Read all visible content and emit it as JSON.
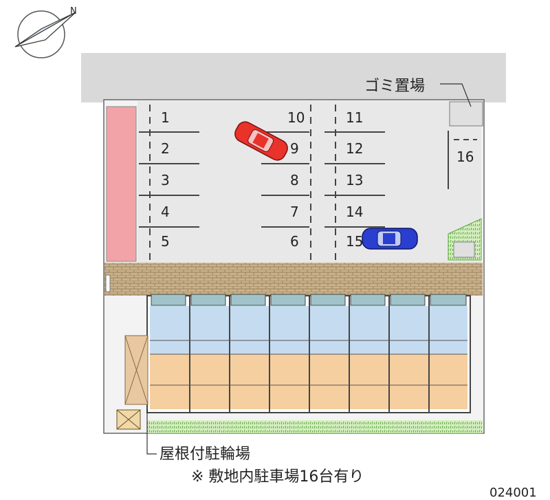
{
  "compass": {
    "north_label": "N"
  },
  "labels": {
    "garbage": "ゴミ置場",
    "bike_parking": "屋根付駐輪場",
    "note": "※ 敷地内駐車場16台有り",
    "code": "024001"
  },
  "slots": [
    "1",
    "2",
    "3",
    "4",
    "5",
    "6",
    "7",
    "8",
    "9",
    "10",
    "11",
    "12",
    "13",
    "14",
    "15",
    "16"
  ],
  "cars": [
    {
      "slot": "9",
      "color": "#e8322a"
    },
    {
      "slot": "15",
      "color": "#2a3fd0"
    }
  ],
  "colors": {
    "road": "#d9d9d9",
    "lot": "#e6e6e6",
    "pink_strip": "#f2a3a8",
    "brick": "#b8a07a",
    "unit_blue": "#c5dcf0",
    "unit_orange": "#f5cfa0",
    "grass": "#7bc043"
  }
}
